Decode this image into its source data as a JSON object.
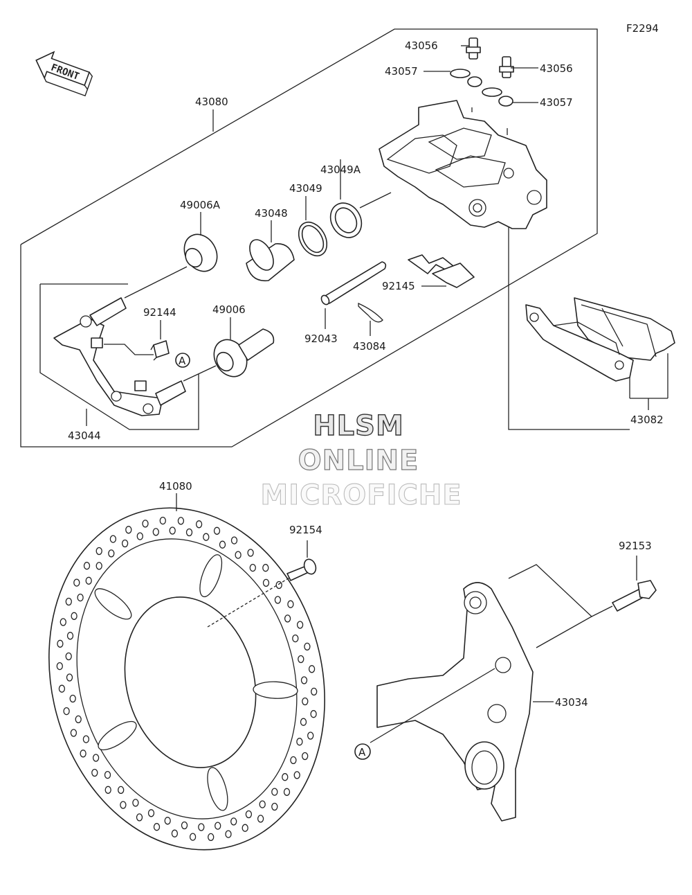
{
  "figure_code": "F2294",
  "front_label": "FRONT",
  "circle_ref": "A",
  "parts": {
    "p43056a": "43056",
    "p43056b": "43056",
    "p43057a": "43057",
    "p43057b": "43057",
    "p43080": "43080",
    "p43049a": "43049A",
    "p43049": "43049",
    "p43048": "43048",
    "p49006a": "49006A",
    "p92144": "92144",
    "p49006": "49006",
    "p92145": "92145",
    "p92043": "92043",
    "p43084": "43084",
    "p43044": "43044",
    "p43082": "43082",
    "p41080": "41080",
    "p92154": "92154",
    "p92153": "92153",
    "p43034": "43034"
  },
  "watermark": {
    "line1": "HLSM",
    "line2": "ONLINE",
    "line3": "MICROFICHE"
  }
}
